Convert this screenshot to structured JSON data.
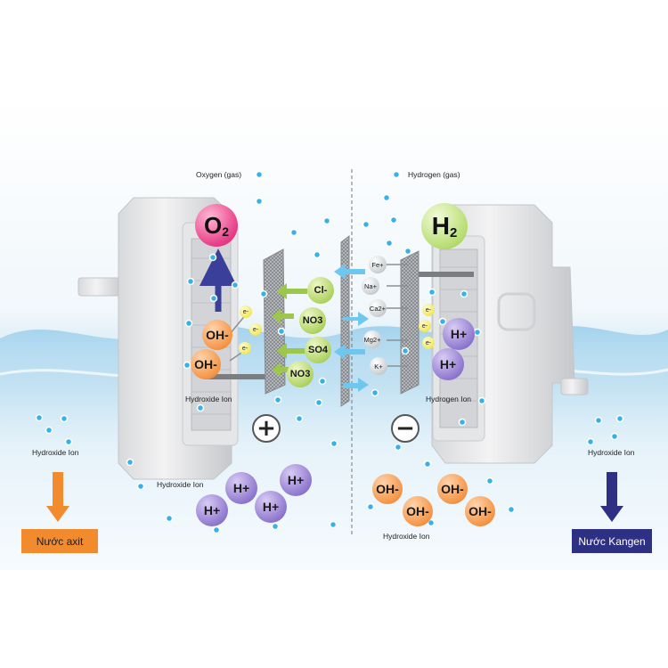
{
  "labels": {
    "oxygen_gas": "Oxygen (gas)",
    "hydrogen_gas": "Hydrogen (gas)",
    "hydroxide_ion_left": "Hydroxide Ion",
    "hydrogen_ion": "Hydrogen Ion",
    "hydroxide_ion_far_left": "Hydroxide Ion",
    "hydroxide_ion_bottom_left": "Hydroxide Ion",
    "hydroxide_ion_bottom_right": "Hydroxide Ion",
    "hydroxide_ion_far_right": "Hydroxide Ion"
  },
  "gases": {
    "oxygen": {
      "base": "O",
      "sub": "2"
    },
    "hydrogen": {
      "base": "H",
      "sub": "2"
    }
  },
  "ions": {
    "oh": "OH-",
    "h": "H+",
    "electron": "e-",
    "chloride": "Cl-",
    "nitrate": "NO3",
    "sulfate": "SO4"
  },
  "cations": [
    "Fe+",
    "Na+",
    "Ca2+",
    "Mg2+",
    "K+"
  ],
  "electrodes": {
    "positive": "+",
    "negative": "−"
  },
  "outputs": {
    "acid_water": "Nước axit",
    "kangen_water": "Nước Kangen"
  },
  "colors": {
    "acid_box": "#f28a2e",
    "kangen_box": "#2e3183",
    "oxygen_gas": "#e83d87",
    "hydrogen_gas": "#a6d35b",
    "arrow_blue": "#3a3f9a",
    "arrow_light": "#6ec7ee",
    "arrow_green": "#9cc74a",
    "bubble": "#36b3e6"
  }
}
